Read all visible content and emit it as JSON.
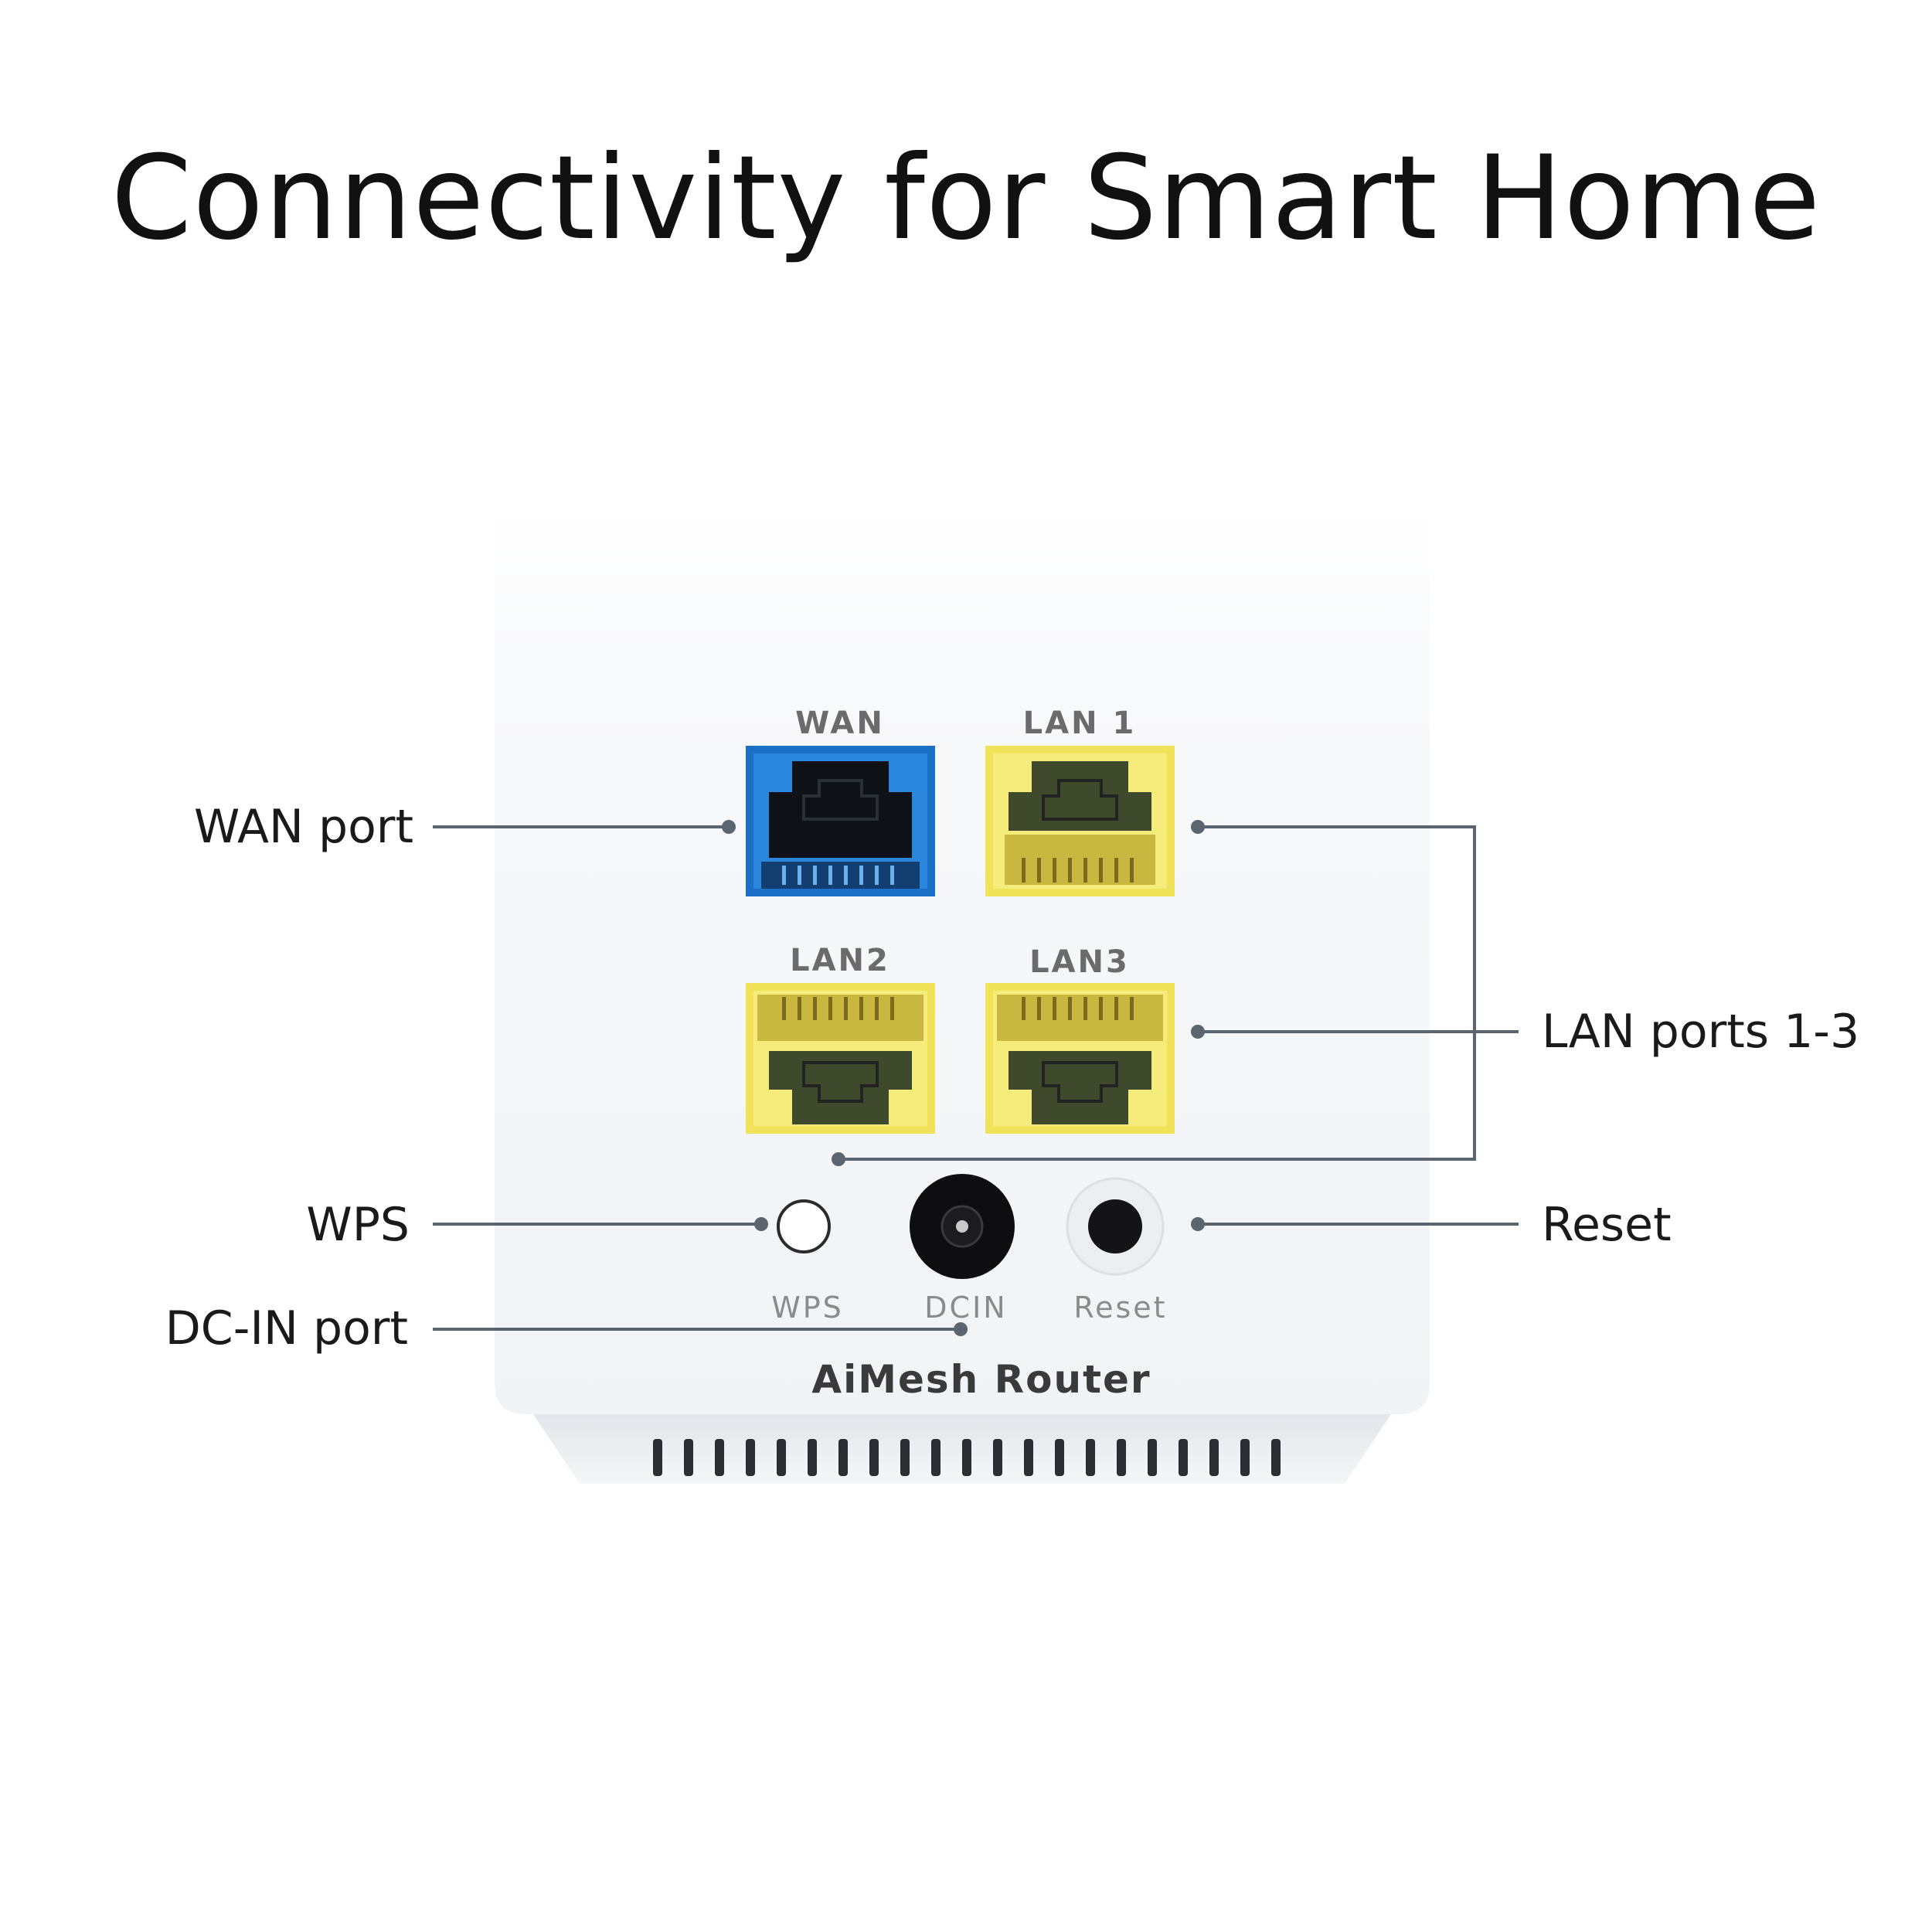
{
  "title": "Connectivity for Smart Home",
  "callouts": {
    "wan": "WAN port",
    "lan": "LAN ports 1-3",
    "wps": "WPS",
    "dcin": "DC-IN port",
    "reset": "Reset"
  },
  "device": {
    "ports": {
      "wan": "WAN",
      "lan1": "LAN 1",
      "lan2": "LAN2",
      "lan3": "LAN3"
    },
    "buttons": {
      "wps": "WPS",
      "dcin": "DCIN",
      "reset": "Reset"
    },
    "brand": "AiMesh Router"
  },
  "colors": {
    "wan_port": "#1a6fc6",
    "lan_port": "#f0e35a",
    "leader_line": "#5b6570",
    "device_body": "#f6f7f9"
  }
}
